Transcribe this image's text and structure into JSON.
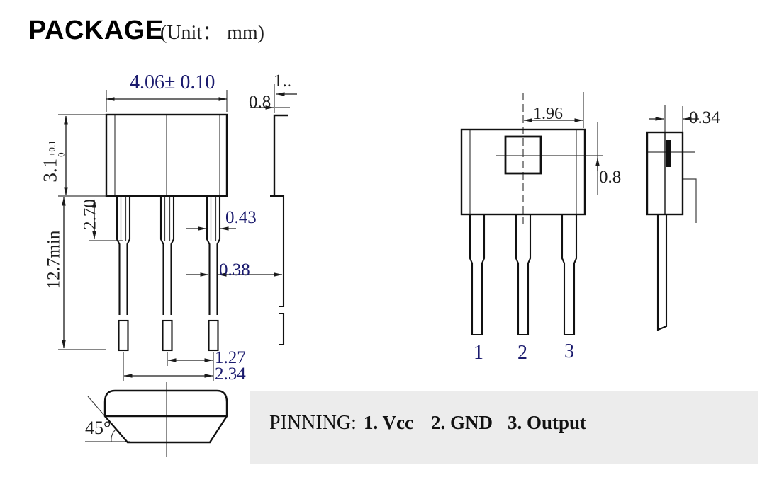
{
  "title": {
    "text": "PACKAGE",
    "unit": "(Unit： mm)"
  },
  "front_view": {
    "width_dim": "4.06± 0.10",
    "height_dim": {
      "value": "3.1",
      "tol_plus": "+0.1",
      "tol_minus": "0"
    },
    "shoulder_dim": "2.70",
    "lead_length_dim": "12.7min",
    "lead_width_dim": "0.43",
    "lead_tip_width_dim": "0.38",
    "pitch_dim": "1.27",
    "span_dim": "2.34",
    "chamfer_angle": "45°"
  },
  "side_view": {
    "clipped_dim": "1..",
    "tab_dim": "0.8"
  },
  "back_view": {
    "window_offset_dim": "1.96",
    "window_height_dim": "0.8",
    "pin_numbers": [
      "1",
      "2",
      "3"
    ]
  },
  "edge_view": {
    "die_width_dim": "0.34"
  },
  "pinning": {
    "label": "PINNING:",
    "entries": [
      "1. Vcc",
      "2. GND",
      "3. Output"
    ]
  },
  "colors": {
    "dim_text": "#1b1b6e",
    "line": "#111111",
    "strip_bg": "#ececec"
  }
}
